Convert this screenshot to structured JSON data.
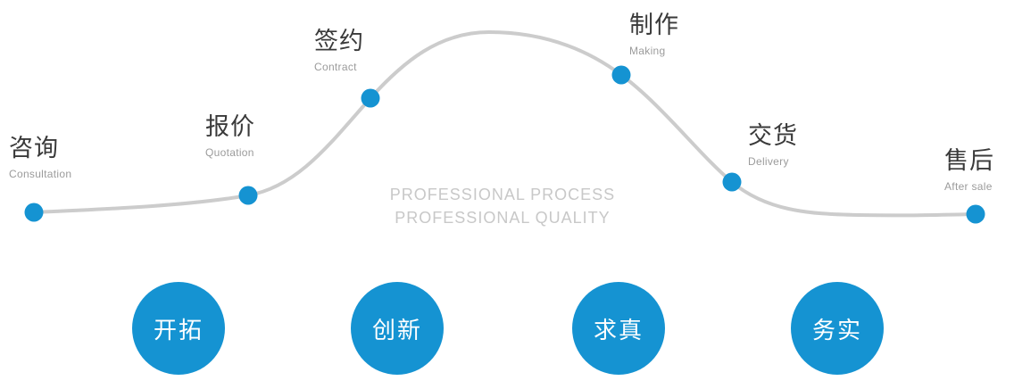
{
  "watermark": {
    "line1": "PROFESSIONAL PROCESS",
    "line2": "PROFESSIONAL QUALITY"
  },
  "stages": [
    {
      "zh": "咨询",
      "en": "Consultation"
    },
    {
      "zh": "报价",
      "en": "Quotation"
    },
    {
      "zh": "签约",
      "en": "Contract"
    },
    {
      "zh": "制作",
      "en": "Making"
    },
    {
      "zh": "交货",
      "en": "Delivery"
    },
    {
      "zh": "售后",
      "en": "After sale"
    }
  ],
  "values": [
    {
      "label": "开拓"
    },
    {
      "label": "创新"
    },
    {
      "label": "求真"
    },
    {
      "label": "务实"
    }
  ],
  "colors": {
    "accent": "#1593d2",
    "curve": "#cccccc",
    "watermark": "#c8c8c8"
  }
}
